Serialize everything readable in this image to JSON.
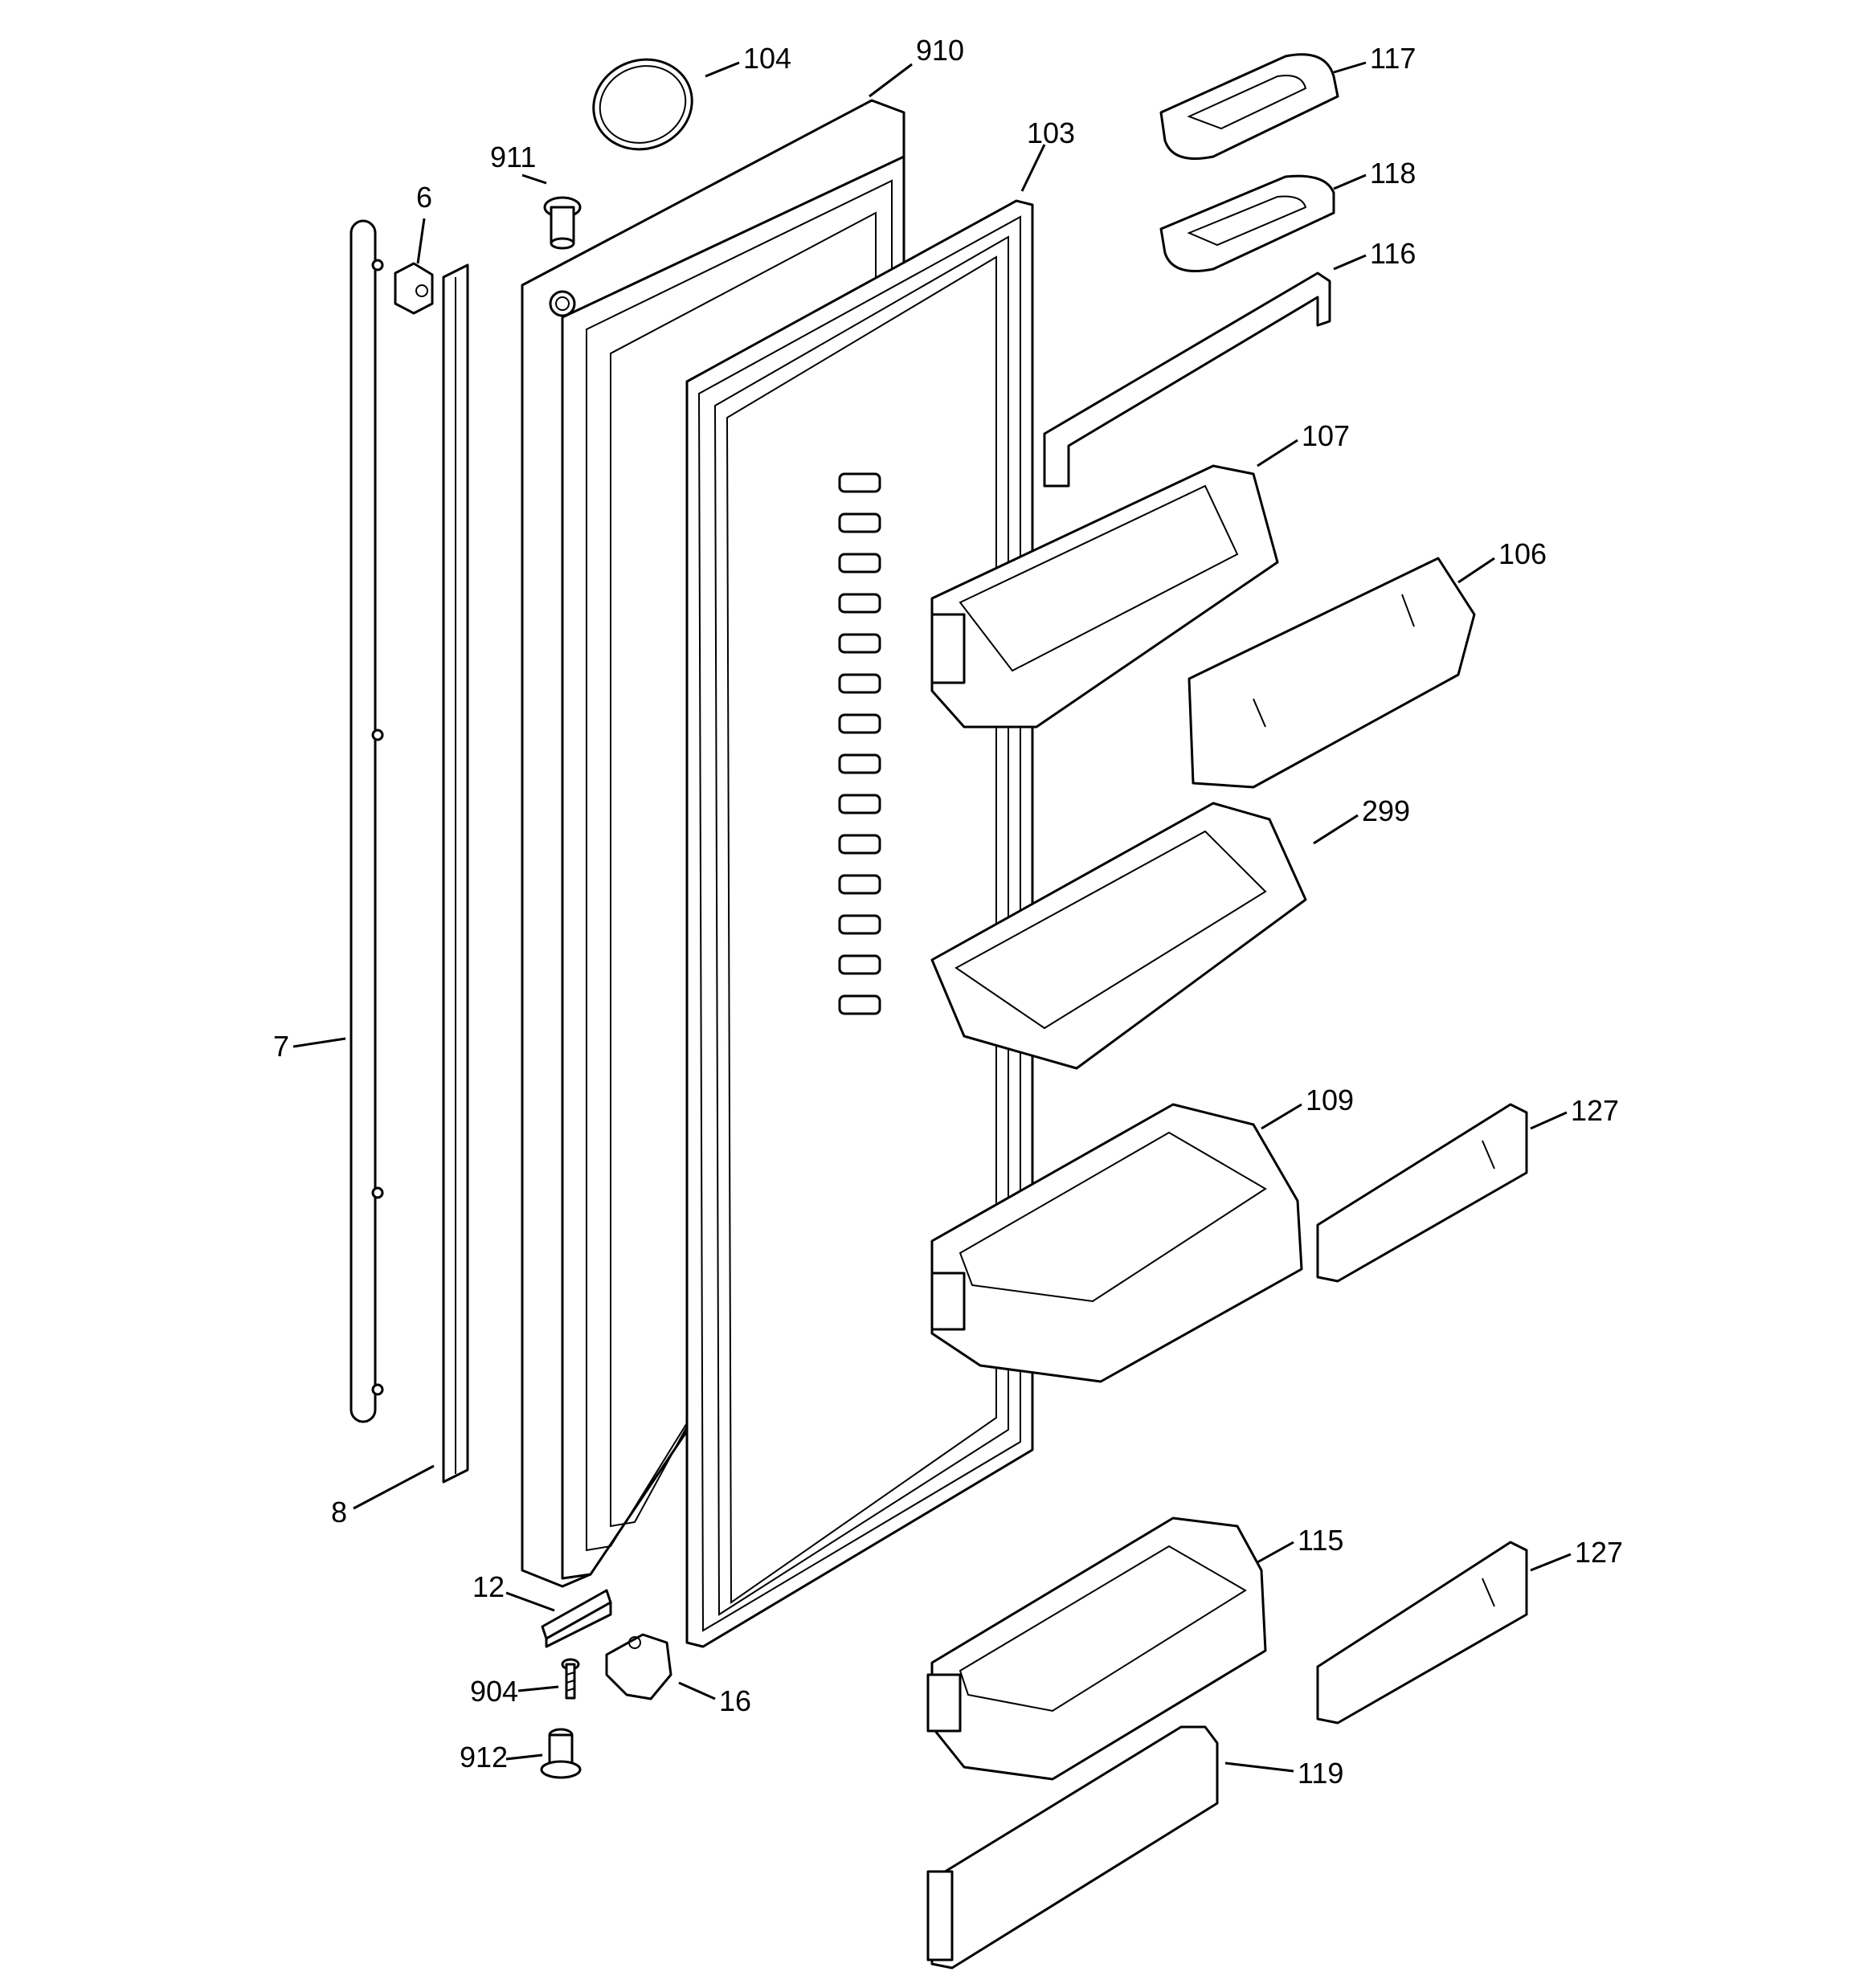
{
  "labels": {
    "p104": "104",
    "p910": "910",
    "p103": "103",
    "p117": "117",
    "p911": "911",
    "p6": "6",
    "p118": "118",
    "p116": "116",
    "p107": "107",
    "p106": "106",
    "p299": "299",
    "p7": "7",
    "p109": "109",
    "p127a": "127",
    "p8": "8",
    "p115": "115",
    "p127b": "127",
    "p12": "12",
    "p904": "904",
    "p16": "16",
    "p912": "912",
    "p119": "119"
  }
}
